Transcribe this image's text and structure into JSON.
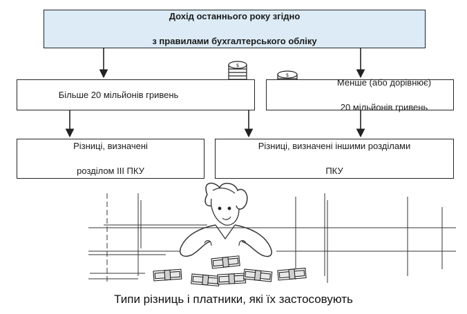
{
  "diagram": {
    "top_box": {
      "line1": "Дохід останнього року згідно",
      "line2": "з правилами бухгалтерського обліку"
    },
    "more_box": {
      "text": "Більше 20 мільйонів гривень"
    },
    "less_box": {
      "line1": "Менше (або дорівнює)",
      "line2": "20 мільйонів гривень"
    },
    "diff3_box": {
      "line1": "Різниці, визначені",
      "line2": "розділом ІІІ ПКУ"
    },
    "diffother_box": {
      "line1": "Різниці, визначені іншими розділами",
      "line2": "ПКУ"
    },
    "caption": "Типи різниць і платники, які їх застосовують",
    "colors": {
      "top_box_fill": "#dcebf6",
      "line": "#222222"
    },
    "icons": [
      "coin-stack-icon",
      "coin-stack-icon",
      "person-with-money-illustration"
    ]
  }
}
